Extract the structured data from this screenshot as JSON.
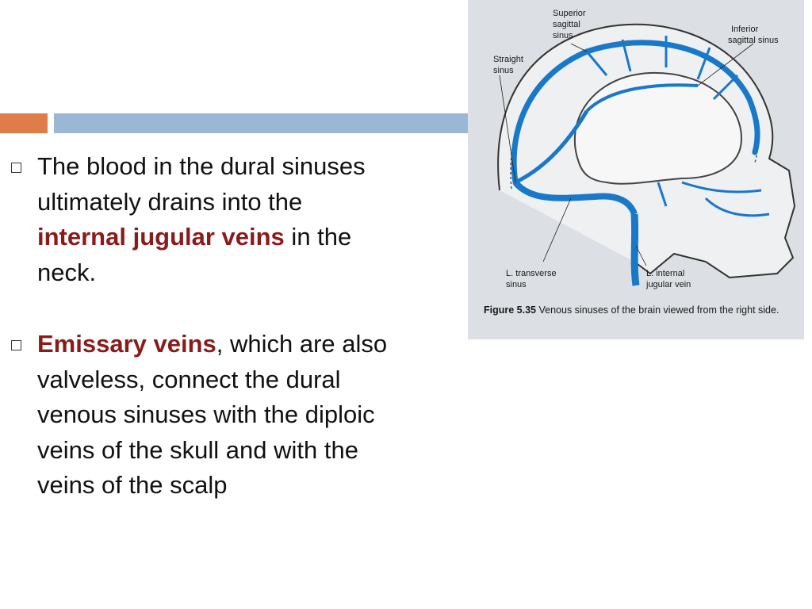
{
  "bullets": [
    {
      "parts": [
        {
          "text": "The blood in the dural sinuses ultimately drains into the ",
          "highlight": false
        },
        {
          "text": "internal jugular veins",
          "highlight": true
        },
        {
          "text": " in the neck.",
          "highlight": false
        }
      ]
    },
    {
      "parts": [
        {
          "text": "Emissary veins",
          "highlight": true
        },
        {
          "text": ", which are also valveless, connect the dural venous sinuses with the diploic veins of the skull and with the veins of the scalp",
          "highlight": false
        }
      ]
    }
  ],
  "figure": {
    "labels": {
      "superior_sagittal_line1": "Superior",
      "superior_sagittal_line2": "sagittal",
      "superior_sagittal_line3": "sinus",
      "inferior_sagittal_line1": "Inferior",
      "inferior_sagittal_line2": "sagittal sinus",
      "straight_line1": "Straight",
      "straight_line2": "sinus",
      "transverse_line1": "L. transverse",
      "transverse_line2": "sinus",
      "jugular_line1": "L. internal",
      "jugular_line2": "jugular vein"
    },
    "caption_number": "Figure 5.35",
    "caption_text": "Venous sinuses of the brain viewed from the right side."
  },
  "colors": {
    "accent_orange": "#e07b4a",
    "accent_blue": "#9ab8d6",
    "highlight_text": "#8b1a1a",
    "vein_blue": "#1a78c8"
  }
}
